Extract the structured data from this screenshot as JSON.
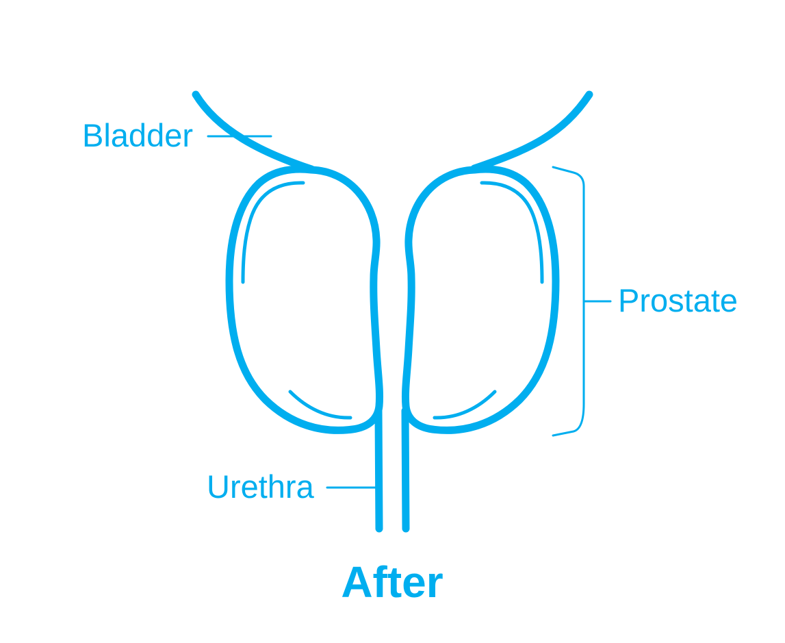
{
  "colors": {
    "line": "#00AEEF",
    "text": "#00AEEF",
    "background": "#ffffff"
  },
  "labels": {
    "bladder": "Bladder",
    "prostate": "Prostate",
    "urethra": "Urethra"
  },
  "caption": "After"
}
